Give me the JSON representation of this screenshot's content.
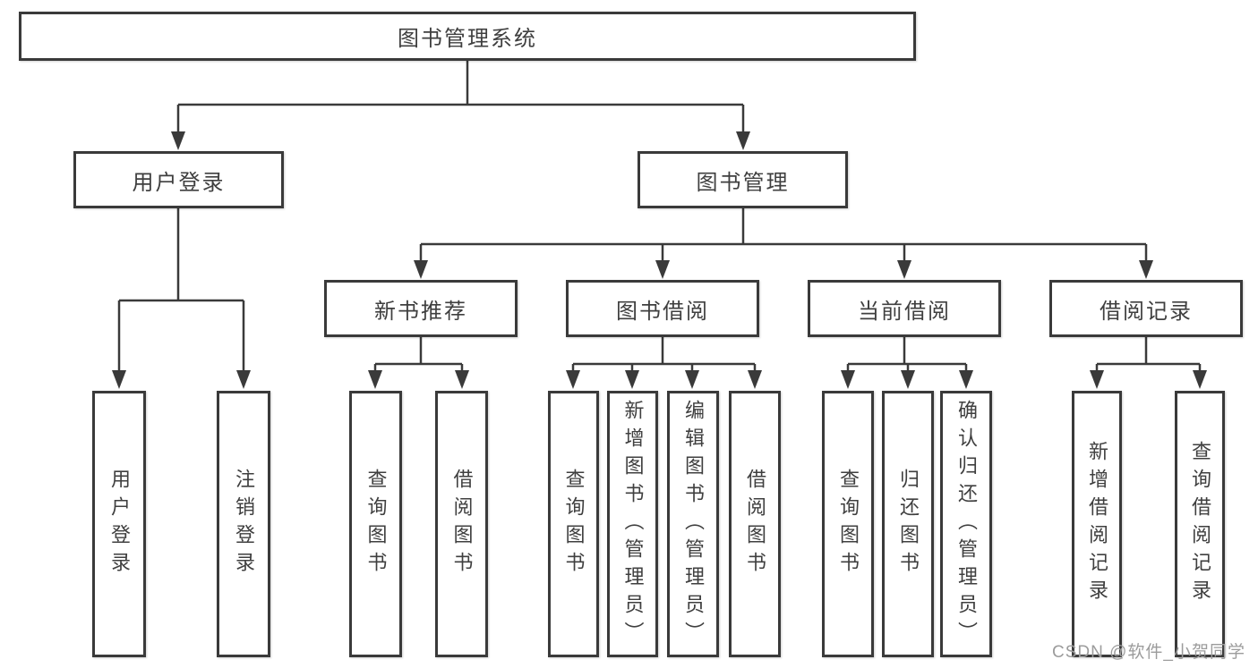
{
  "tree": {
    "label": "图书管理系统",
    "children": [
      {
        "label": "用户登录",
        "children": [
          {
            "label": "用户登录"
          },
          {
            "label": "注销登录"
          }
        ]
      },
      {
        "label": "图书管理",
        "children": [
          {
            "label": "新书推荐",
            "children": [
              {
                "label": "查询图书"
              },
              {
                "label": "借阅图书"
              }
            ]
          },
          {
            "label": "图书借阅",
            "children": [
              {
                "label": "查询图书"
              },
              {
                "label": "新增图书（管理员）"
              },
              {
                "label": "编辑图书（管理员）"
              },
              {
                "label": "借阅图书"
              }
            ]
          },
          {
            "label": "当前借阅",
            "children": [
              {
                "label": "查询图书"
              },
              {
                "label": "归还图书"
              },
              {
                "label": "确认归还（管理员）"
              }
            ]
          },
          {
            "label": "借阅记录",
            "children": [
              {
                "label": "新增借阅记录"
              },
              {
                "label": "查询借阅记录"
              }
            ]
          }
        ]
      }
    ]
  },
  "watermark": {
    "text": "CSDN @软件_小贺同学"
  },
  "colors": {
    "line": "#3a3a3a",
    "box_border": "#3a3a3a",
    "text": "#3f3f3f",
    "watermark_gray": "#9c9c9c",
    "background": "#ffffff"
  }
}
